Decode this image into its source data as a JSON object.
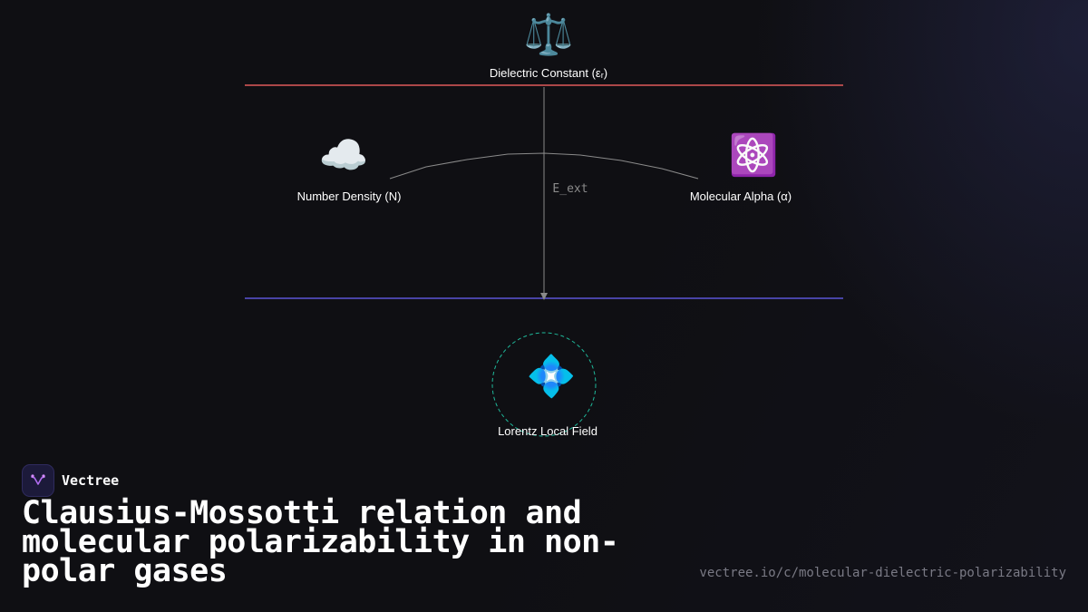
{
  "diagram": {
    "nodes": {
      "dielectric": {
        "label": "Dielectric Constant (εᵣ)",
        "icon": "scales-icon",
        "emoji": "⚖️"
      },
      "density": {
        "label": "Number Density (N)",
        "icon": "cloud-icon",
        "emoji": "☁️"
      },
      "alpha": {
        "label": "Molecular Alpha (α)",
        "icon": "atom-icon",
        "emoji": "⚛️"
      },
      "lorentz": {
        "label": "Lorentz Local Field",
        "icon": "diamond-icon",
        "emoji": "💠"
      }
    },
    "field_label": "E_ext",
    "colors": {
      "top_line": "#e05a5a",
      "bottom_line": "#5b55d6",
      "circle": "#1fb89a",
      "connector": "#8a8a8a"
    }
  },
  "brand": {
    "name": "Vectree"
  },
  "title": "Clausius-Mossotti relation and molecular polarizability in non-polar gases",
  "url": "vectree.io/c/molecular-dielectric-polarizability"
}
